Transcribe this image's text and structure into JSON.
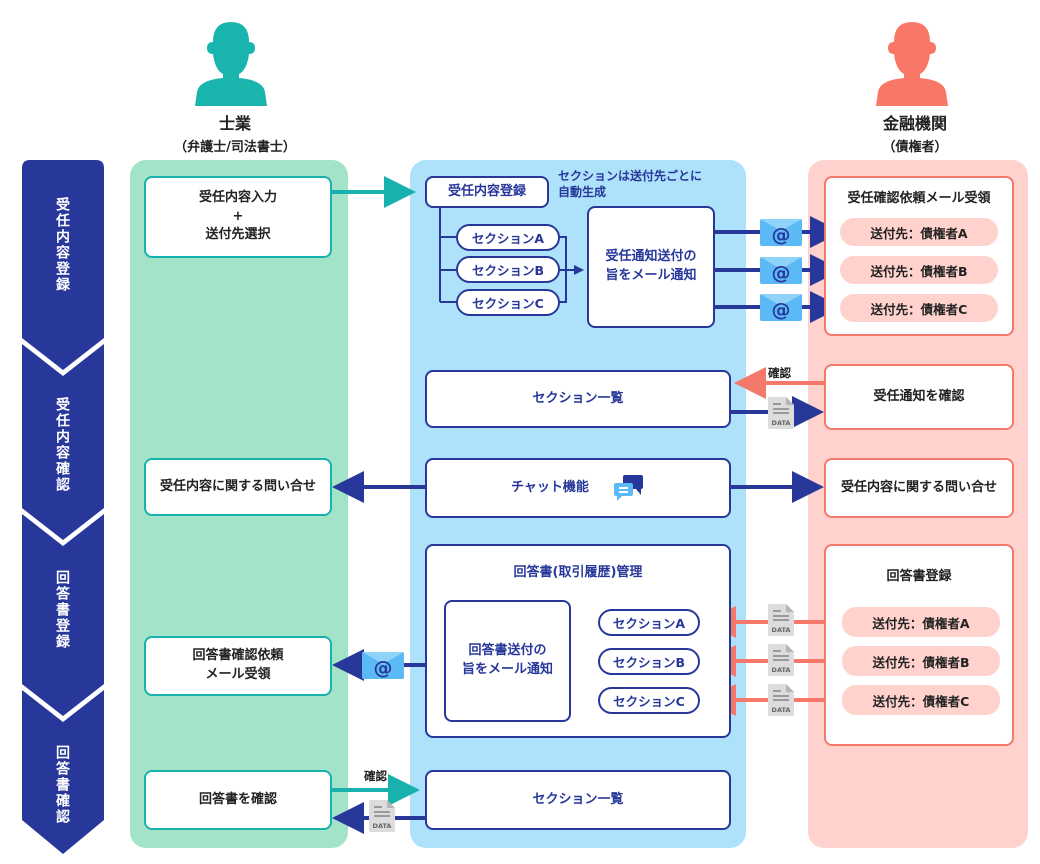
{
  "actors": {
    "left": {
      "name": "士業",
      "sub": "（弁護士/司法書士）",
      "color": "#19b4ae",
      "icon": "person-icon"
    },
    "right": {
      "name": "金融機関",
      "sub": "（債権者）",
      "color": "#f87766",
      "icon": "person-icon"
    }
  },
  "stages": [
    {
      "label": "受任内容登録"
    },
    {
      "label": "受任内容確認"
    },
    {
      "label": "回答書登録"
    },
    {
      "label": "回答書確認"
    }
  ],
  "colors": {
    "stage_bg": "#27379a",
    "lane_left": "#a3e4c8",
    "lane_center": "#aee2fb",
    "lane_right": "#ffd2cd",
    "teal": "#18b1ad",
    "navy": "#27379a",
    "coral": "#f4796a"
  },
  "left_lane": {
    "input_box": {
      "line1": "受任内容入力",
      "line2": "+",
      "line3": "送付先選択"
    },
    "inquiry": "受任内容に関する問い合せ",
    "reply_mail": {
      "line1": "回答書確認依頼",
      "line2": "メール受領"
    },
    "check_reply": "回答書を確認"
  },
  "center_lane": {
    "register": "受任内容登録",
    "auto_note": {
      "line1": "セクションは送付先ごとに",
      "line2": "自動生成"
    },
    "sections_top": [
      "セクションA",
      "セクションB",
      "セクションC"
    ],
    "notify_box": {
      "line1": "受任通知送付の",
      "line2": "旨をメール通知"
    },
    "section_list_1": "セクション一覧",
    "chat": "チャット機能",
    "reply_mgmt": "回答書(取引履歴)管理",
    "reply_notify": {
      "line1": "回答書送付の",
      "line2": "旨をメール通知"
    },
    "sections_bottom": [
      "セクションA",
      "セクションB",
      "セクションC"
    ],
    "section_list_2": "セクション一覧"
  },
  "right_lane": {
    "mail_receive": "受任確認依頼メール受領",
    "recipients_top": [
      "送付先：債権者A",
      "送付先：債権者B",
      "送付先：債権者C"
    ],
    "confirm_notice": "受任通知を確認",
    "inquiry": "受任内容に関する問い合せ",
    "reply_register": "回答書登録",
    "recipients_bottom": [
      "送付先：債権者A",
      "送付先：債権者B",
      "送付先：債権者C"
    ]
  },
  "arrow_labels": {
    "confirm_top": "確認",
    "confirm_bottom": "確認",
    "data": "DATA"
  }
}
